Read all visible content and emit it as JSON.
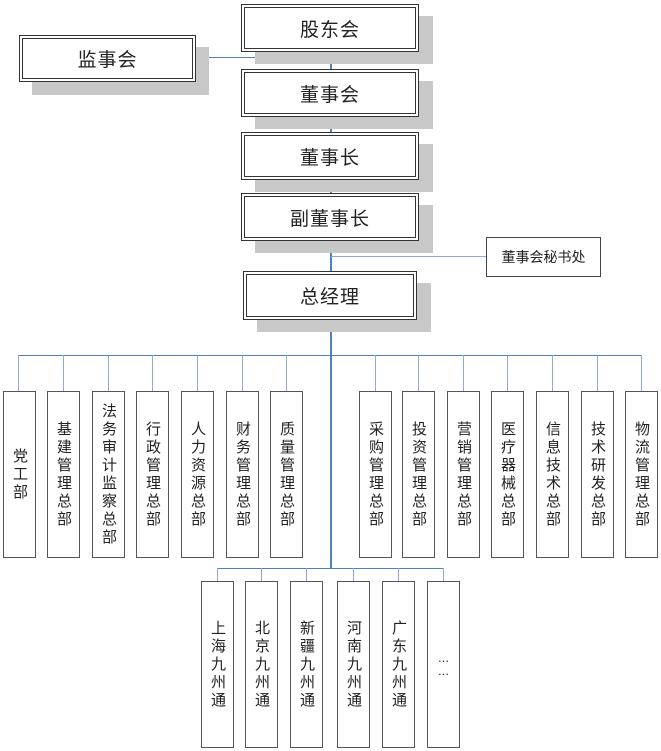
{
  "org_chart": {
    "shareholders": "股东会",
    "supervisory_board": "监事会",
    "board_of_directors": "董事会",
    "chairman": "董事长",
    "vice_chairman": "副董事长",
    "board_secretariat": "董事会秘书处",
    "general_manager": "总经理",
    "departments_left": [
      "党工部",
      "基建管理总部",
      "法务审计监察总部",
      "行政管理总部",
      "人力资源总部",
      "财务管理总部",
      "质量管理总部"
    ],
    "departments_right": [
      "采购管理总部",
      "投资管理总部",
      "营销管理总部",
      "医疗器械总部",
      "信息技术总部",
      "技术研发总部",
      "物流管理总部"
    ],
    "branches": [
      "上海九州通",
      "北京九州通",
      "新疆九州通",
      "河南九州通",
      "广东九州通",
      "……"
    ]
  },
  "colors": {
    "connector": "#4f81bd",
    "shadow": "#c8c8c8",
    "border": "#333333"
  }
}
